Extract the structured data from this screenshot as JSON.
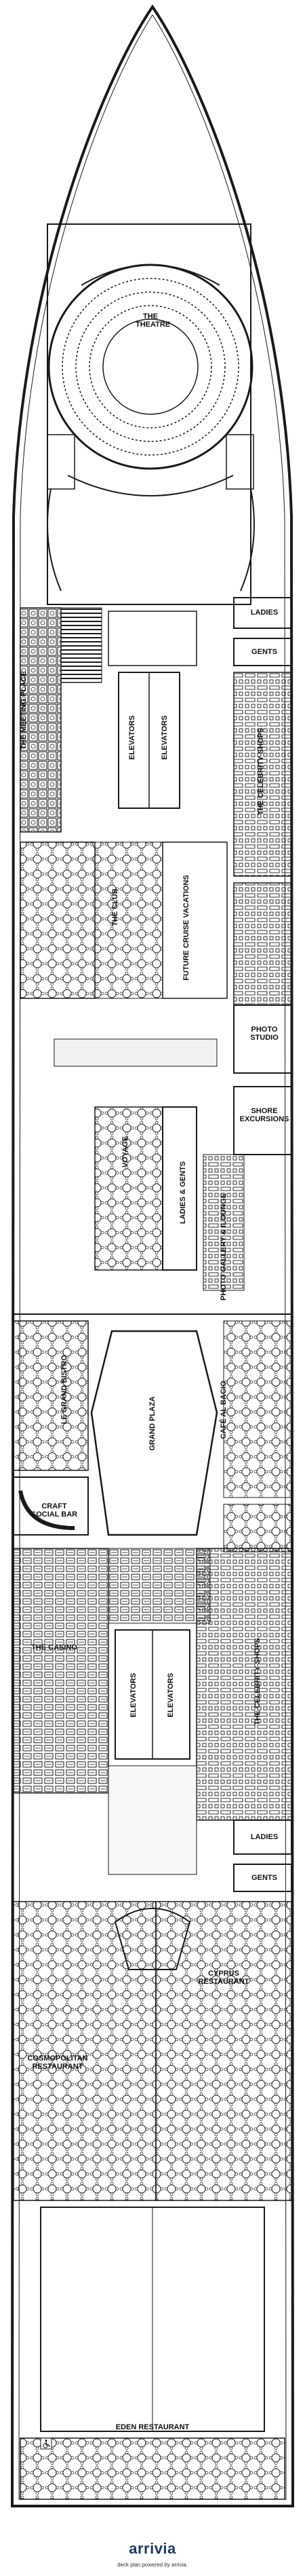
{
  "venues": {
    "theatre": "THE THEATRE",
    "meeting_place": "THE MEETING PLACE",
    "ladies_fwd": "LADIES",
    "gents_fwd": "GENTS",
    "elevators_fwd_1": "ELEVATORS",
    "elevators_fwd_2": "ELEVATORS",
    "celebrity_shops_fwd": "THE CELEBRITY SHOPS",
    "the_club": "THE CLUB",
    "future_cruise": "FUTURE CRUISE VACATIONS",
    "photo_studio": "PHOTO STUDIO",
    "shore_excursions": "SHORE EXCURSIONS",
    "voyage": "VOYAGE",
    "ladies_gents_mid": "LADIES & GENTS",
    "photo_gallery": "PHOTO GALLERY & iLOUNGE",
    "le_grand_bistro": "LE GRAND BISTRO",
    "grand_plaza": "GRAND PLAZA",
    "cafe_al_bacio": "CAFÉ AL BACIO",
    "craft_social_bar": "CRAFT SOCIAL BAR",
    "the_casino": "THE CASINO",
    "elevators_aft_1": "ELEVATORS",
    "elevators_aft_2": "ELEVATORS",
    "celebrity_shops_aft": "THE CELEBRITY SHOPS",
    "ladies_aft": "LADIES",
    "gents_aft": "GENTS",
    "cyprus_restaurant": "CYPRUS RESTAURANT",
    "cosmopolitan_restaurant": "COSMOPOLITAN RESTAURANT",
    "eden_restaurant": "EDEN RESTAURANT"
  },
  "icons": {
    "accessible": "wheelchair-icon"
  },
  "footer": {
    "brand": "arrivia",
    "powered": "deck plan powered by arrivia."
  },
  "colors": {
    "line": "#1a1a1a",
    "fill_dark": "#3a3a3a",
    "fill_light": "#e6e6e6",
    "brand": "#1e3a5f"
  }
}
